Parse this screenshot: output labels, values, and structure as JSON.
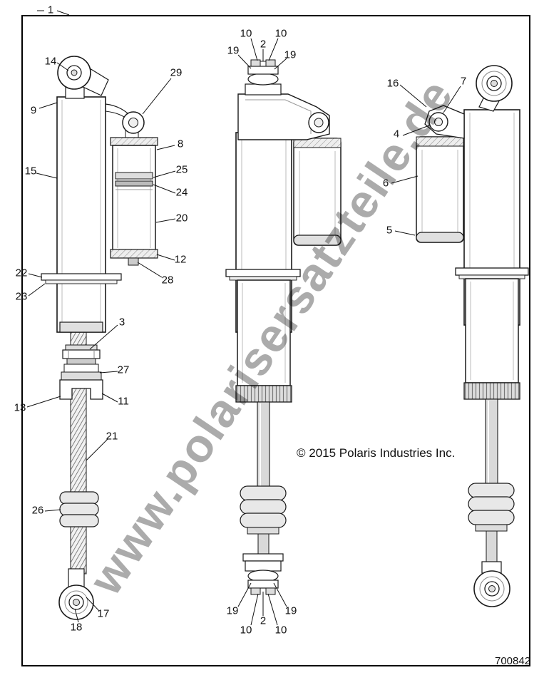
{
  "frame": {
    "border_label": "1"
  },
  "watermark": {
    "text": "www.polarisersatzteile.de"
  },
  "footer": {
    "copyright": "© 2015 Polaris Industries Inc.",
    "part_number": "700842"
  },
  "labels": {
    "n1": "1",
    "n2": "2",
    "n3": "3",
    "n4": "4",
    "n5": "5",
    "n6": "6",
    "n7": "7",
    "n8": "8",
    "n9": "9",
    "n10": "10",
    "n11": "11",
    "n12": "12",
    "n13": "13",
    "n14": "14",
    "n15": "15",
    "n16": "16",
    "n17": "17",
    "n18": "18",
    "n19": "19",
    "n20": "20",
    "n21": "21",
    "n22": "22",
    "n23": "23",
    "n24": "24",
    "n25": "25",
    "n26": "26",
    "n27": "27",
    "n28": "28",
    "n29": "29"
  }
}
